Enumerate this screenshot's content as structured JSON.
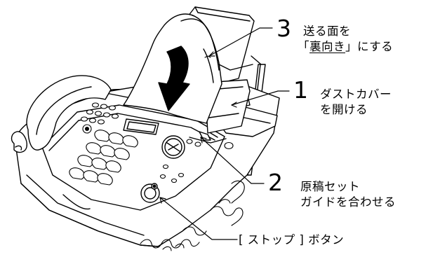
{
  "callouts": {
    "step3": {
      "number": "3",
      "line1": "送る面を",
      "line2_open": "「",
      "line2_underlined": "裏向き",
      "line2_close": "」にする"
    },
    "step1": {
      "number": "1",
      "line1": "ダストカバー",
      "line2": "を開ける"
    },
    "step2": {
      "number": "2",
      "line1": "原稿セット",
      "line2": "ガイドを合わせる"
    },
    "stop_button": {
      "label": "[ ストップ ] ボタン"
    }
  }
}
